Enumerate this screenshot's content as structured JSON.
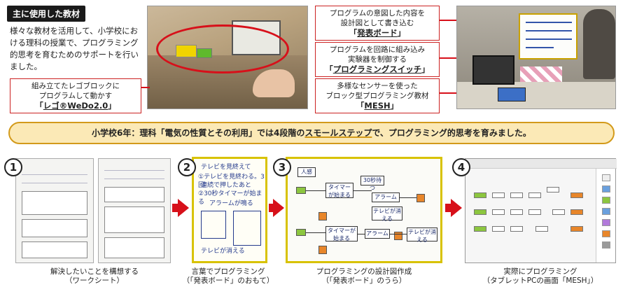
{
  "intro": {
    "section_title": "主に使用した教材",
    "text": "様々な教材を活用して、小学校における理科の授業で、プログラミング的思考を育むためのサポートを行いました。"
  },
  "materials": [
    {
      "line1": "組み立てたレゴブロックに",
      "line2": "プログラムして動かす",
      "name_prefix": "「",
      "name": "レゴ®WeDo2.0",
      "name_suffix": "」"
    },
    {
      "line1": "プログラムの意図した内容を",
      "line2": "設計図として書き込む",
      "name_prefix": "「",
      "name": "発表ボード",
      "name_suffix": "」"
    },
    {
      "line1": "プログラムを回路に組み込み",
      "line2": "実験器を制御する",
      "name_prefix": "「",
      "name": "プログラミングスイッチ",
      "name_suffix": "」"
    },
    {
      "line1": "多様なセンサーを使った",
      "line2": "ブロック型プログラミング教材",
      "name_prefix": "「",
      "name": "MESH",
      "name_suffix": "」"
    }
  ],
  "banner": {
    "before": "小学校6年：理科「電気の性質とその利用」では4段階の",
    "highlight": "スモールステップ",
    "after": "で、プログラミング的思考を育みました。"
  },
  "steps": [
    {
      "num": "1",
      "caption1": "解決したいことを構想する",
      "caption2": "（ワークシート）"
    },
    {
      "num": "2",
      "caption1": "言葉でプログラミング",
      "caption2": "（「発表ボード」のおもて）"
    },
    {
      "num": "3",
      "caption1": "プログラミングの設計図作成",
      "caption2": "（「発表ボード」のうら）"
    },
    {
      "num": "4",
      "caption1": "実際にプログラミング",
      "caption2": "（タブレットPCの画面「MESH」）"
    }
  ],
  "board_front": {
    "lines": [
      "テレビを見終えて",
      "①テレビを見終わる。3回",
      "連続で押したあと",
      "②30秒タイマーが始まる",
      "アラームが鳴る",
      "テレビが消える"
    ]
  },
  "board_back": {
    "nodes": [
      "人感",
      "タイマーが始まる",
      "30秒待つ",
      "アラーム",
      "テレビが消える",
      "タイマーが始まる",
      "アラーム",
      "テレビが消える"
    ]
  },
  "colors": {
    "accent_red": "#d7101a",
    "banner_fill": "#fbe9b6",
    "banner_border": "#d39a1a"
  }
}
